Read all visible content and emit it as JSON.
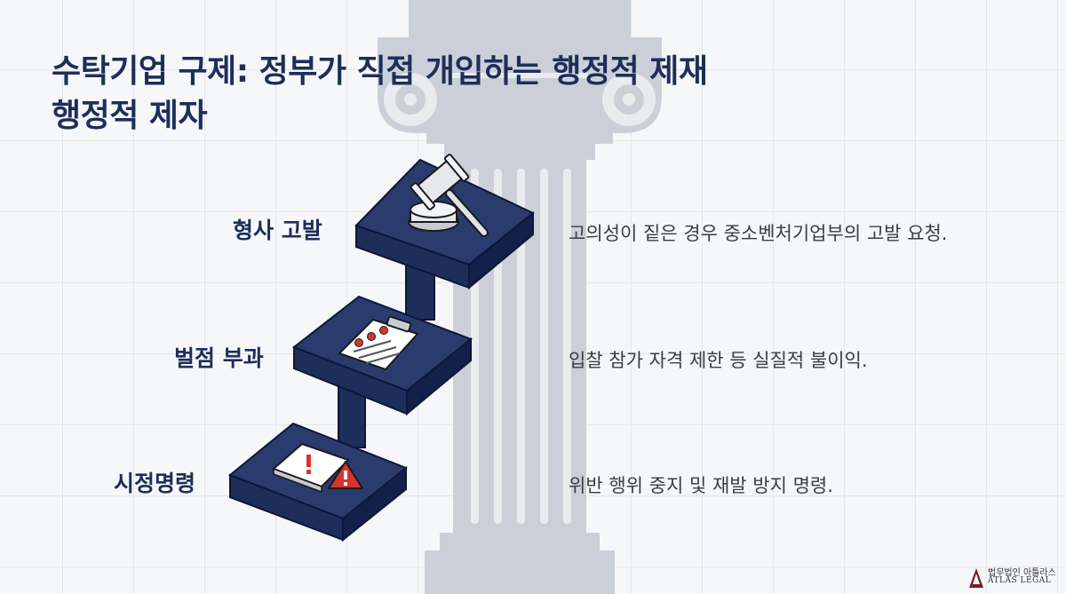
{
  "title": {
    "line1": "수탁기업 구제: 정부가 직접 개입하는 행정적 제재",
    "line2": "행정적 제자"
  },
  "steps": [
    {
      "label": "형사 고발",
      "description": "고의성이 짙은 경우 중소벤처기업부의 고발 요청.",
      "icon": "gavel-icon"
    },
    {
      "label": "벌점 부과",
      "description": "입찰 참가 자격 제한 등 실질적 불이익.",
      "icon": "clipboard-icon"
    },
    {
      "label": "시정명령",
      "description": "위반 행위 중지 및 재발 방지 명령.",
      "icon": "warning-document-icon"
    }
  ],
  "logo": {
    "korean": "법무법인 아틀라스",
    "english": "ATLAS LEGAL"
  },
  "colors": {
    "navy": "#1e2e5a",
    "step_side": "#12204a",
    "warning_red": "#d9332f",
    "column": "#c9ced6"
  }
}
